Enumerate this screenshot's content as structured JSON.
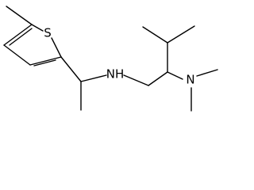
{
  "molecule": {
    "atoms": {
      "sulfur": "S",
      "amine_nh": "NH",
      "dimethylamino_n": "N"
    },
    "colors": {
      "bond": "#000000",
      "label": "#000000",
      "background": "#ffffff"
    }
  }
}
